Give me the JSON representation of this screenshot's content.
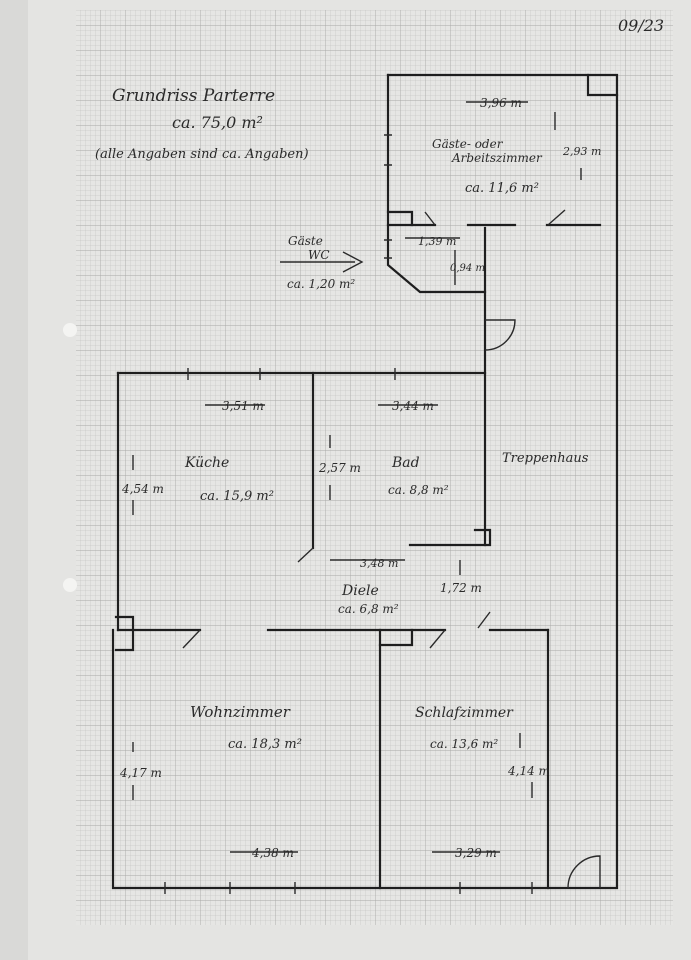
{
  "page_number": "09/23",
  "header": {
    "title": "Grundriss Parterre",
    "total_area": "ca. 75,0 m²",
    "note": "(alle Angaben sind ca. Angaben)"
  },
  "rooms": {
    "guest_room": {
      "name_line1": "Gäste- oder",
      "name_line2": "Arbeitszimmer",
      "area": "ca. 11,6 m²",
      "width": "3,96 m",
      "depth": "2,93 m"
    },
    "guest_wc": {
      "name_line1": "Gäste",
      "name_line2": "WC",
      "area": "ca. 1,20 m²",
      "width": "1,39 m",
      "depth": "0,94 m"
    },
    "kitchen": {
      "name": "Küche",
      "area": "ca. 15,9 m²",
      "width": "3,51 m",
      "depth": "4,54 m"
    },
    "bath": {
      "name": "Bad",
      "area": "ca. 8,8 m²",
      "width": "3,44 m",
      "depth": "2,57 m"
    },
    "stairwell": {
      "name": "Treppenhaus"
    },
    "hall": {
      "name": "Diele",
      "area": "ca. 6,8 m²",
      "width": "3,48 m",
      "depth": "1,72 m"
    },
    "living_room": {
      "name": "Wohnzimmer",
      "area": "ca. 18,3 m²",
      "width": "4,38 m",
      "depth": "4,17 m"
    },
    "bedroom": {
      "name": "Schlafzimmer",
      "area": "ca. 13,6 m²",
      "width": "3,29 m",
      "depth": "4,14 m"
    }
  }
}
